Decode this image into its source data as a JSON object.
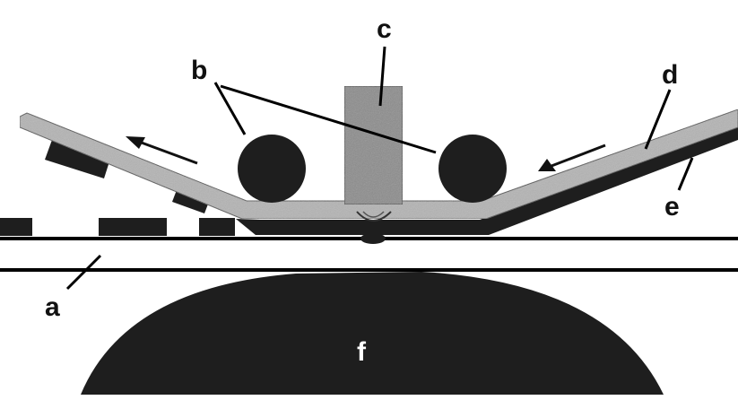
{
  "labels": {
    "a": "a",
    "b": "b",
    "c": "c",
    "d": "d",
    "e": "e",
    "f": "f"
  },
  "colors": {
    "dark": "#1e1e1e",
    "tape": "#b4b4b4",
    "block": "#8c8c8c",
    "line": "#000000",
    "background": "#ffffff"
  }
}
